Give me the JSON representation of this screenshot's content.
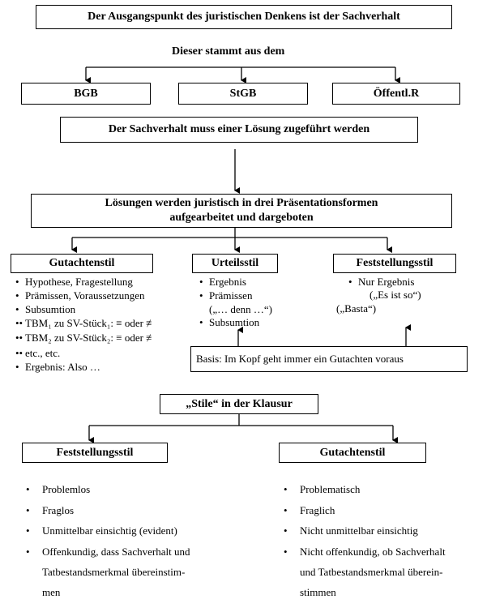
{
  "title": "Der Ausgangspunkt des juristischen Denkens ist der Sachverhalt",
  "stammt": "Dieser stammt aus dem",
  "sources": [
    "BGB",
    "StGB",
    "Öffentl.R"
  ],
  "loesung": "Der Sachverhalt muss einer Lösung zugeführt werden",
  "praesentation": [
    "Lösungen werden juristisch in drei Präsentationsformen",
    "aufgearbeitet und dargeboten"
  ],
  "styles": [
    "Gutachtenstil",
    "Urteilsstil",
    "Feststellungsstil"
  ],
  "gutachten_items": [
    {
      "bullet": "•",
      "text": "Hypothese, Fragestellung"
    },
    {
      "bullet": "•",
      "text": "Prämissen, Voraussetzungen"
    },
    {
      "bullet": "•",
      "text": "Subsumtion"
    },
    {
      "bullet": "••",
      "text": "TBM₁ zu SV-Stück₁: ≡ oder  ≢"
    },
    {
      "bullet": "••",
      "text": "TBM₂ zu SV-Stück₂: ≡ oder  ≢"
    },
    {
      "bullet": "••",
      "text": "etc., etc."
    },
    {
      "bullet": "•",
      "text": "Ergebnis: Also …"
    }
  ],
  "urteil_items": [
    {
      "bullet": "•",
      "text": "Ergebnis"
    },
    {
      "bullet": "•",
      "text": "Prämissen"
    },
    {
      "bullet": "",
      "text": "(„… denn …“)"
    },
    {
      "bullet": "•",
      "text": "Subsumtion"
    }
  ],
  "feststellung_items": [
    {
      "bullet": "•",
      "text": "Nur Ergebnis"
    },
    {
      "bullet": "",
      "text": "(„Es ist so“)"
    },
    {
      "bullet": "",
      "text": "(„Basta“)"
    }
  ],
  "basis": "Basis: Im Kopf geht immer ein Gutachten voraus",
  "klausur": "„Stile“ in der Klausur",
  "klausur_styles": [
    "Feststellungsstil",
    "Gutachtenstil"
  ],
  "left_items": [
    "Problemlos",
    "Fraglos",
    "Unmittelbar einsichtig (evident)",
    "Offenkundig, dass Sachverhalt und",
    "Tatbestandsmerkmal übereinstim-",
    "men"
  ],
  "right_items": [
    "Problematisch",
    "Fraglich",
    "Nicht unmittelbar einsichtig",
    "Nicht offenkundig, ob Sachverhalt",
    "und Tatbestandsmerkmal überein-",
    "stimmen"
  ]
}
